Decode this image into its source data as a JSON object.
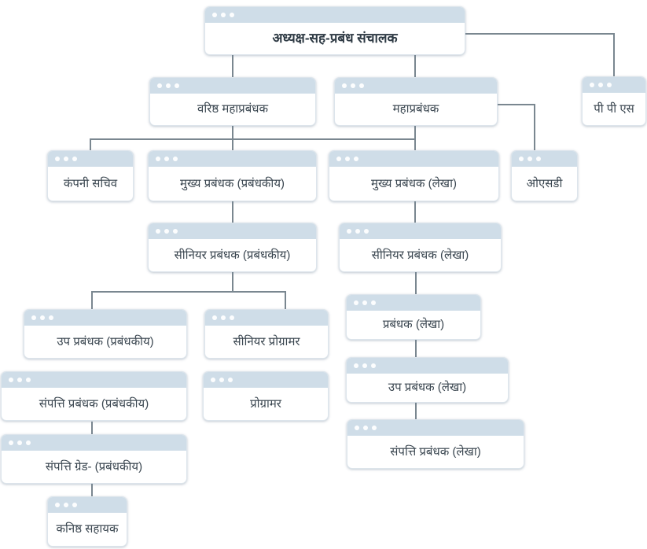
{
  "diagram": {
    "type": "org-chart",
    "description": "Organizational hierarchy chart with browser-window styled nodes",
    "root_label": "अध्यक्ष-सह-प्रबंध संचालक"
  },
  "colors": {
    "node_titlebar": "#cfdde8",
    "node_body": "#ffffff",
    "node_border": "#dde5ec",
    "connector": "#7a8790",
    "text": "#3a4650",
    "background": "#ffffff"
  },
  "icons": {
    "window-dot-icon": "circle"
  },
  "nodes": [
    {
      "id": "chairman-cum-managing-director",
      "label": "अध्यक्ष-सह-प्रबंध संचालक"
    },
    {
      "id": "senior-general-manager",
      "label": "वरिष्ठ महाप्रबंधक"
    },
    {
      "id": "general-manager",
      "label": "महाप्रबंधक"
    },
    {
      "id": "pps",
      "label": "पी पी एस"
    },
    {
      "id": "company-secretary",
      "label": "कंपनी सचिव"
    },
    {
      "id": "chief-manager-managerial",
      "label": "मुख्य प्रबंधक (प्रबंधकीय)"
    },
    {
      "id": "chief-manager-accounts",
      "label": "मुख्य प्रबंधक (लेखा)"
    },
    {
      "id": "osd",
      "label": "ओएसडी"
    },
    {
      "id": "senior-manager-managerial",
      "label": "सीनियर प्रबंधक (प्रबंधकीय)"
    },
    {
      "id": "senior-manager-accounts",
      "label": "सीनियर प्रबंधक (लेखा)"
    },
    {
      "id": "manager-accounts",
      "label": "प्रबंधक (लेखा)"
    },
    {
      "id": "deputy-manager-managerial",
      "label": "उप प्रबंधक (प्रबंधकीय)"
    },
    {
      "id": "senior-programmer",
      "label": "सीनियर प्रोग्रामर"
    },
    {
      "id": "property-manager-managerial",
      "label": "संपत्ति प्रबंधक (प्रबंधकीय)"
    },
    {
      "id": "programmer",
      "label": "प्रोग्रामर"
    },
    {
      "id": "deputy-manager-accounts",
      "label": "उप प्रबंधक (लेखा)"
    },
    {
      "id": "property-grade-managerial",
      "label": "संपत्ति ग्रेड- (प्रबंधकीय)"
    },
    {
      "id": "property-manager-accounts",
      "label": "संपत्ति प्रबंधक (लेखा)"
    },
    {
      "id": "junior-assistant",
      "label": "कनिष्ठ सहायक"
    }
  ],
  "edges": [
    [
      "chairman-cum-managing-director",
      "senior-general-manager"
    ],
    [
      "chairman-cum-managing-director",
      "general-manager"
    ],
    [
      "chairman-cum-managing-director",
      "pps"
    ],
    [
      "senior-general-manager",
      "company-secretary"
    ],
    [
      "senior-general-manager",
      "chief-manager-managerial"
    ],
    [
      "general-manager",
      "chief-manager-accounts"
    ],
    [
      "general-manager",
      "osd"
    ],
    [
      "chief-manager-managerial",
      "senior-manager-managerial"
    ],
    [
      "chief-manager-accounts",
      "senior-manager-accounts"
    ],
    [
      "senior-manager-managerial",
      "deputy-manager-managerial"
    ],
    [
      "senior-manager-managerial",
      "senior-programmer"
    ],
    [
      "senior-manager-accounts",
      "manager-accounts"
    ],
    [
      "deputy-manager-managerial",
      "property-manager-managerial"
    ],
    [
      "senior-programmer",
      "programmer"
    ],
    [
      "manager-accounts",
      "deputy-manager-accounts"
    ],
    [
      "deputy-manager-accounts",
      "property-manager-accounts"
    ],
    [
      "property-manager-managerial",
      "property-grade-managerial"
    ],
    [
      "property-grade-managerial",
      "junior-assistant"
    ]
  ]
}
